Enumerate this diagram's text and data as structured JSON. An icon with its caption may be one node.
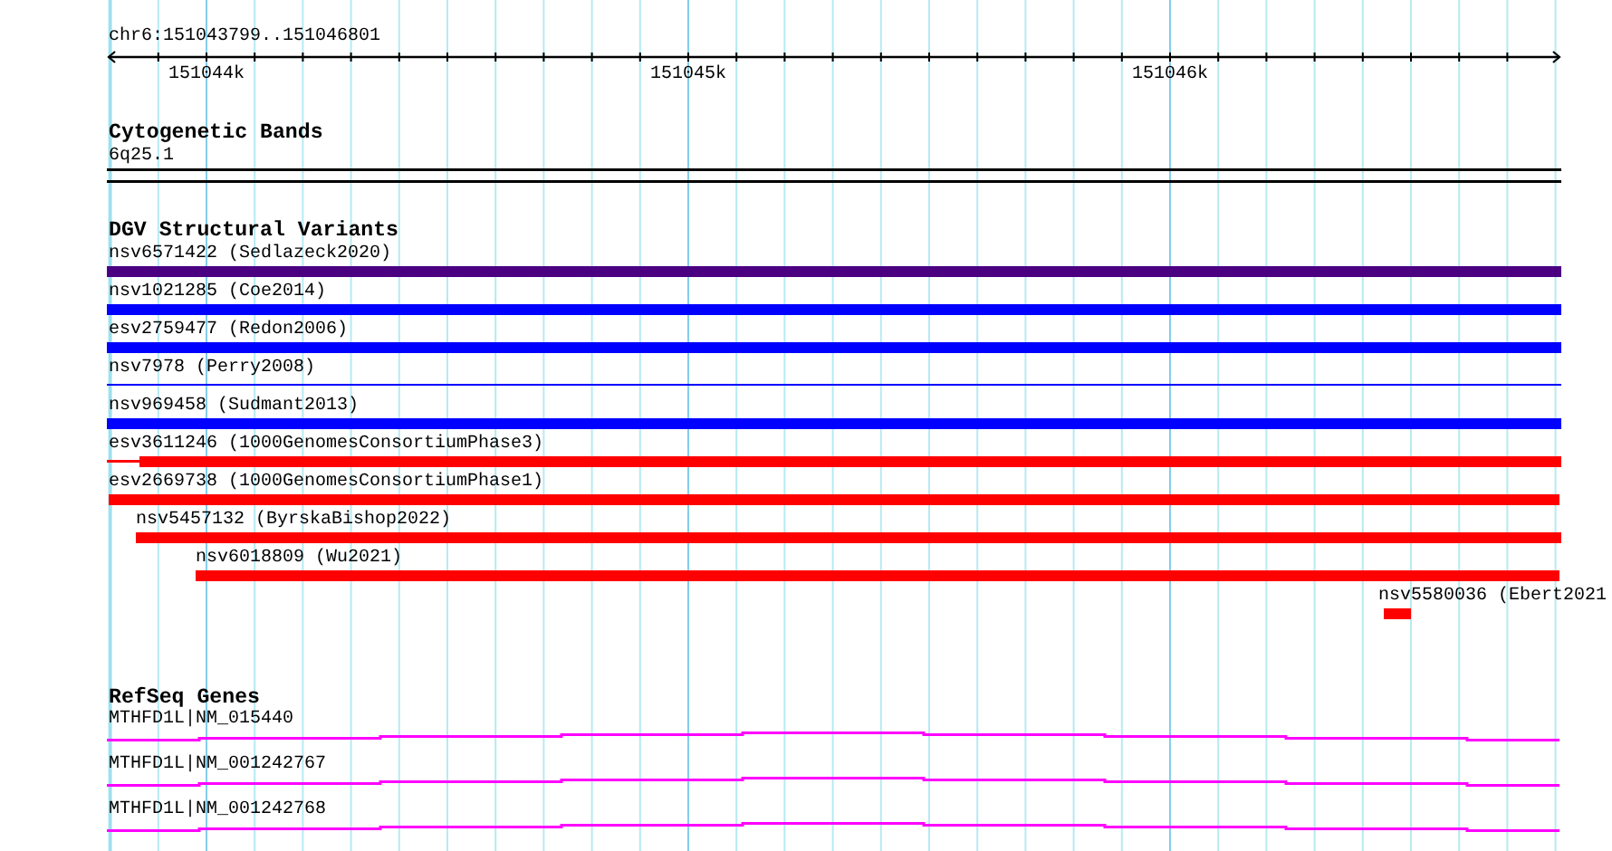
{
  "diagram": {
    "title": "chr6:151043799..151046801",
    "nodes": [
      {
        "text": [
          "6q25.1"
        ]
      },
      {
        "text": [
          "nsv6571422 (Sedlazeck2020)"
        ]
      },
      {
        "text": [
          "nsv1021285 (Coe2014)"
        ]
      },
      {
        "text": [
          "esv2759477 (Redon2006)"
        ]
      },
      {
        "text": [
          "nsv7978 (Perry2008)"
        ]
      },
      {
        "text": [
          "nsv969458 (Sudmant2013)"
        ]
      },
      {
        "text": [
          "esv3611246 (1000GenomesConsortiumPhase3)"
        ]
      },
      {
        "text": [
          "esv2669738 (1000GenomesConsortiumPhase1)"
        ]
      },
      {
        "text": [
          "nsv5457132 (ByrskaBishop2022)"
        ]
      },
      {
        "text": [
          "nsv6018809 (Wu2021)"
        ]
      },
      {
        "text": [
          "nsv5580036 (Ebert2021"
        ]
      },
      {
        "text": [
          "MTHFD1L|NM_015440"
        ]
      },
      {
        "text": [
          "MTHFD1L|NM_001242767"
        ]
      },
      {
        "text": [
          "MTHFD1L|NM_001242768"
        ]
      }
    ],
    "labels": [
      "151044k",
      "151045k",
      "151046k",
      "Cytogenetic Bands",
      "DGV Structural Variants",
      "RefSeq Genes"
    ]
  }
}
